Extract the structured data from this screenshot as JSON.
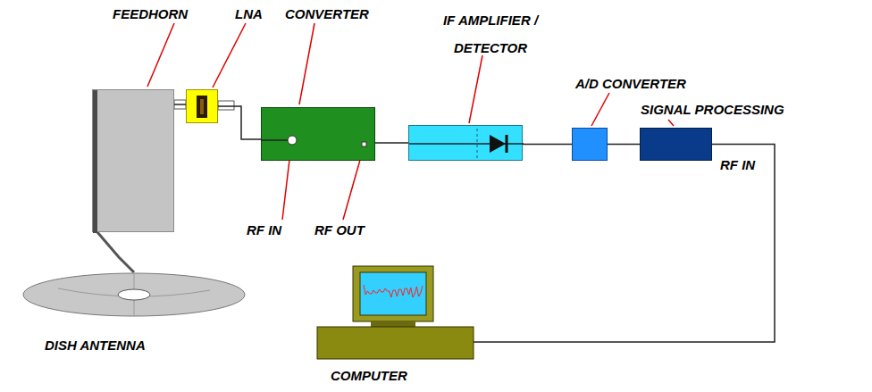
{
  "diagram": {
    "nodes": [
      {
        "text": [
          "FEEDHORN"
        ]
      },
      {
        "text": [
          "LNA"
        ]
      },
      {
        "text": [
          "CONVERTER"
        ]
      },
      {
        "text": [
          "IF AMPLIFIER / DETECTOR"
        ]
      },
      {
        "text": [
          "A/D CONVERTER"
        ]
      },
      {
        "text": [
          "SIGNAL PROCESSING"
        ]
      },
      {
        "text": [
          "DISH ANTENNA"
        ]
      },
      {
        "text": [
          "COMPUTER"
        ]
      }
    ],
    "edges": [
      {
        "from": 0,
        "to": 6,
        "arrow": "none"
      },
      {
        "from": 0,
        "to": 1,
        "arrow": "none"
      },
      {
        "from": 1,
        "to": 2,
        "arrow": "none"
      },
      {
        "from": 2,
        "to": 3,
        "arrow": "none"
      },
      {
        "from": 3,
        "to": 4,
        "arrow": "none"
      },
      {
        "from": 4,
        "to": 5,
        "arrow": "none"
      },
      {
        "from": 5,
        "to": 7,
        "arrow": "none"
      }
    ],
    "labels": [
      "RF IN",
      "RF OUT",
      "RF IN"
    ]
  }
}
